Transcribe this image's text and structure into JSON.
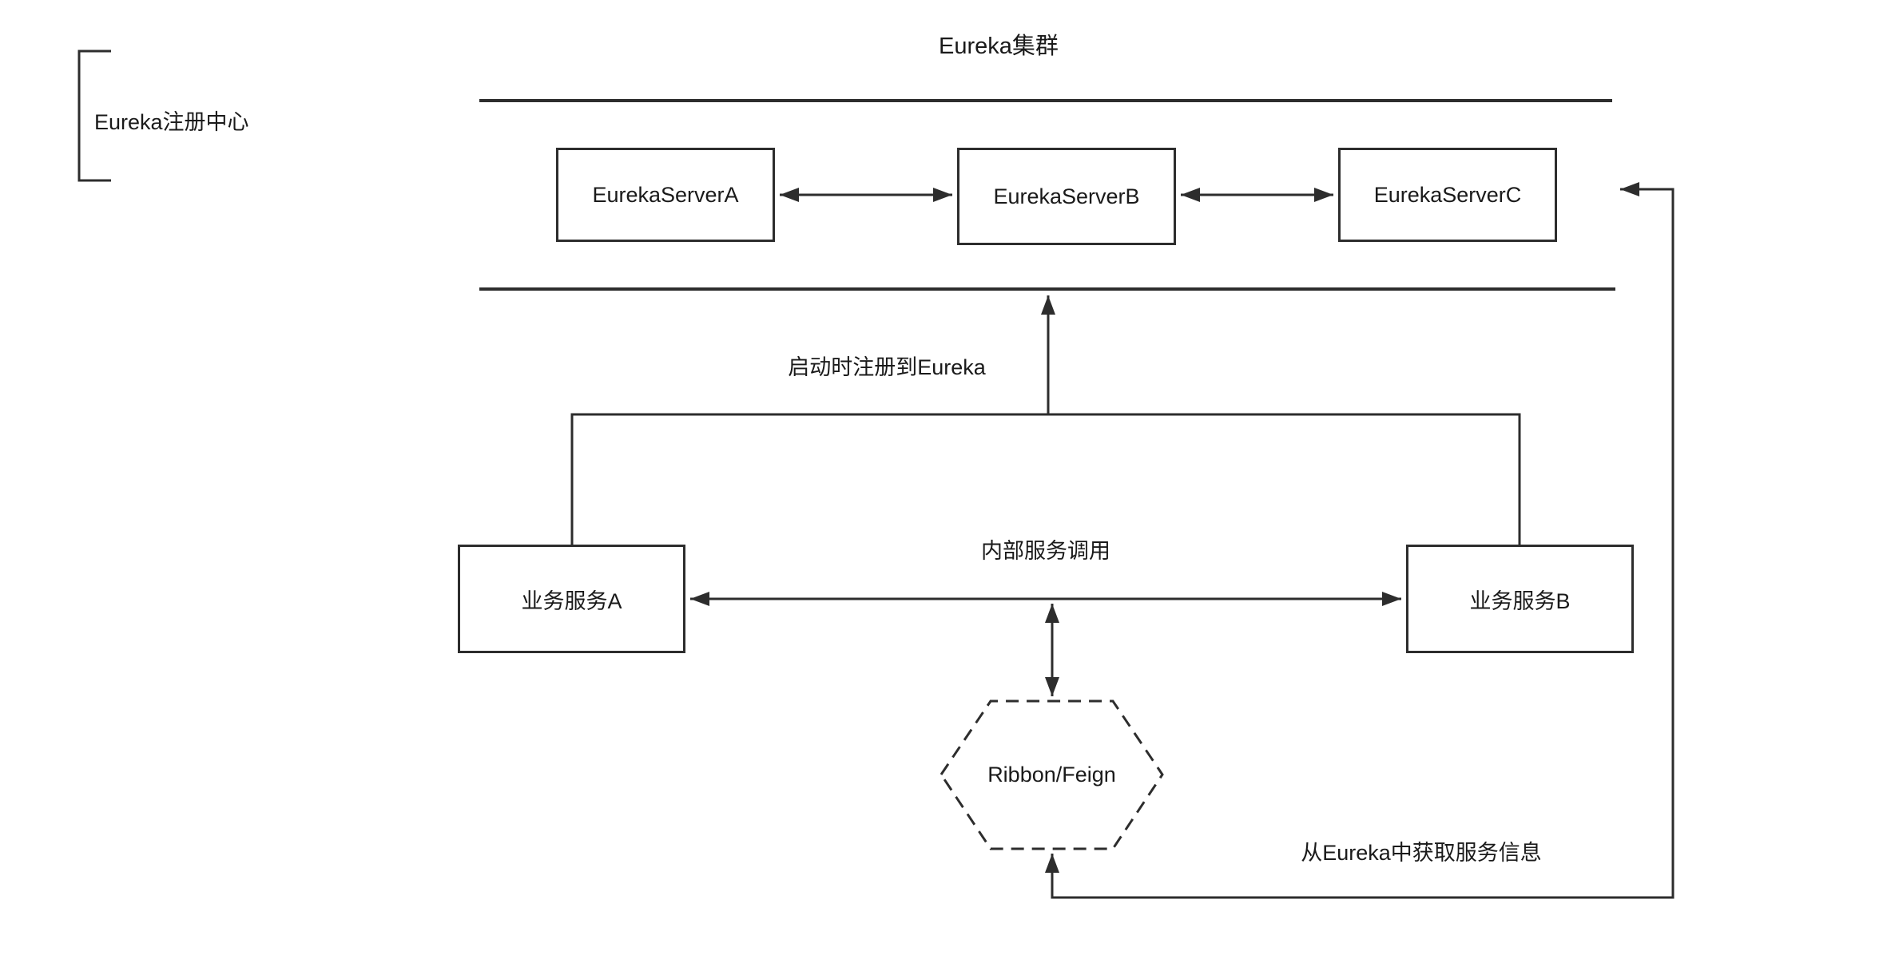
{
  "diagram": {
    "title": "Eureka集群",
    "registry_label": "Eureka注册中心",
    "nodes": {
      "server_a": "EurekaServerA",
      "server_b": "EurekaServerB",
      "server_c": "EurekaServerC",
      "service_a": "业务服务A",
      "service_b": "业务服务B",
      "ribbon_feign": "Ribbon/Feign"
    },
    "labels": {
      "register": "启动时注册到Eureka",
      "internal_call": "内部服务调用",
      "fetch_info": "从Eureka中获取服务信息"
    },
    "colors": {
      "line": "#2d2d2d",
      "text": "#1a1a1a",
      "background": "#ffffff"
    }
  }
}
